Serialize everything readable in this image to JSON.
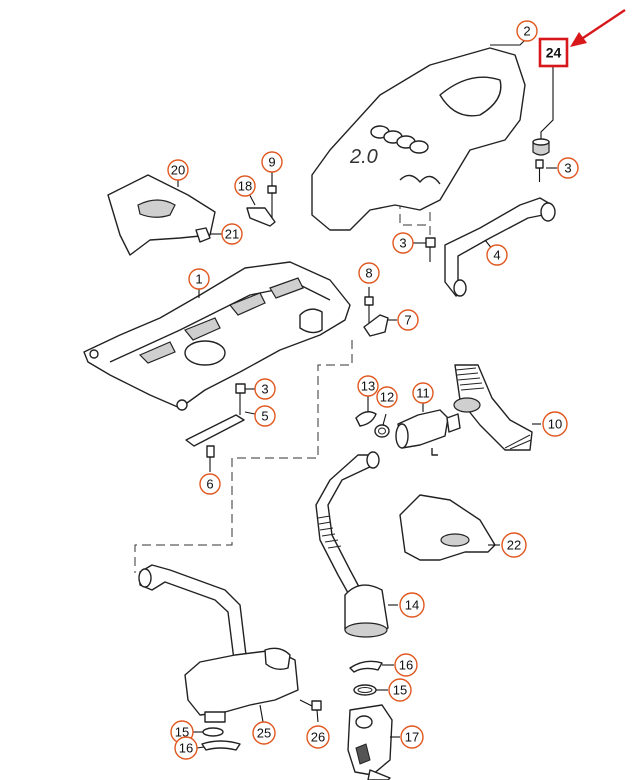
{
  "diagram": {
    "callouts": {
      "c1": "1",
      "c2": "2",
      "c3a": "3",
      "c3b": "3",
      "c3c": "3",
      "c4": "4",
      "c5": "5",
      "c6": "6",
      "c7": "7",
      "c8": "8",
      "c9": "9",
      "c10": "10",
      "c11": "11",
      "c12": "12",
      "c13": "13",
      "c14": "14",
      "c15a": "15",
      "c15b": "15",
      "c16a": "16",
      "c16b": "16",
      "c17": "17",
      "c18": "18",
      "c20": "20",
      "c21": "21",
      "c22": "22",
      "c25": "25",
      "c26": "26"
    },
    "highlighted_callout": "24",
    "engine_cover_emblem": "2.0",
    "colors": {
      "callout_ring": "#e0571f",
      "highlight": "#d8171b",
      "line_art": "#222222"
    }
  }
}
